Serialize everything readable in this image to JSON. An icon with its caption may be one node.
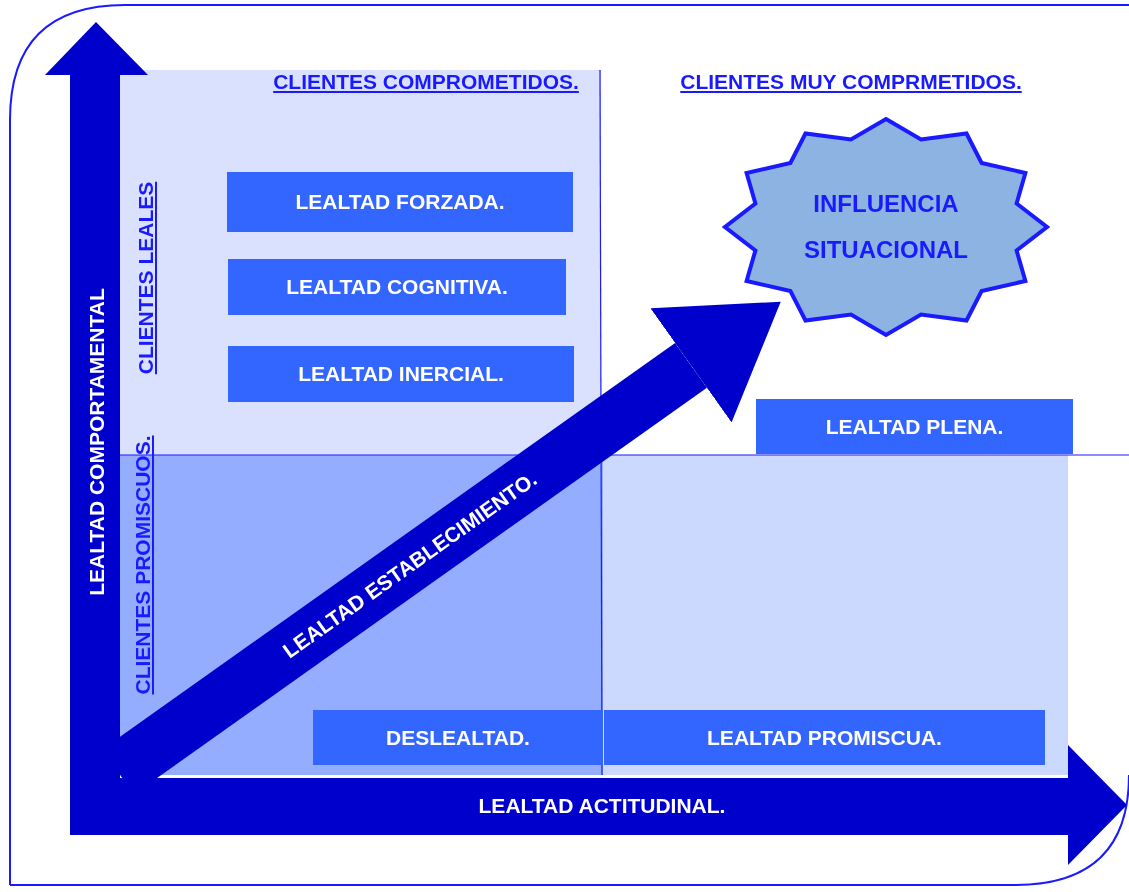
{
  "diagram": {
    "nodes": [
      {
        "text": [
          "LEALTAD FORZADA."
        ]
      },
      {
        "text": [
          "INFLUENCIA SITUACIONAL"
        ]
      },
      {
        "text": [
          "LEALTAD COGNITIVA."
        ]
      },
      {
        "text": [
          "LEALTAD INERCIAL."
        ]
      },
      {
        "text": [
          "LEALTAD PLENA."
        ]
      },
      {
        "text": [
          "DESLEALTAD."
        ]
      },
      {
        "text": [
          "LEALTAD PROMISCUA."
        ]
      }
    ],
    "edges": [
      {
        "from": null,
        "to": 1,
        "arrow": "to",
        "label": "LEALTAD ESTABLECIMIENTO."
      }
    ],
    "labels": [
      "CLIENTES COMPROMETIDOS.",
      "CLIENTES MUY COMPRMETIDOS.",
      "CLIENTES LEALES",
      "LEALTAD COMPORTAMENTAL",
      "CLIENTES PROMISCUOS.",
      "LEALTAD ACTITUDINAL."
    ]
  }
}
